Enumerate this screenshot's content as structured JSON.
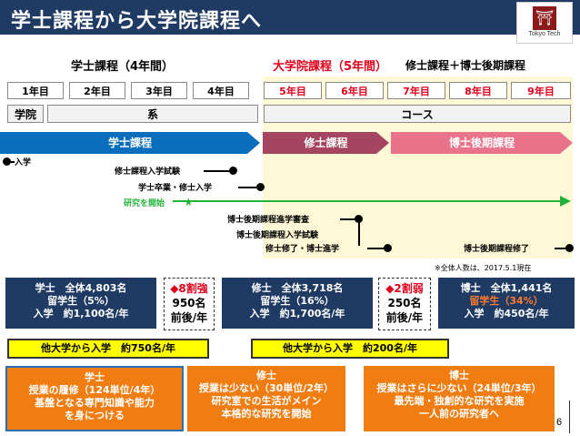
{
  "title": "学士課程から大学院課程へ",
  "logo": {
    "mark": "⛩",
    "text": "Tokyo Tech"
  },
  "headers": {
    "undergrad": "学士課程（4年間）",
    "grad": "大学院課程（5年間）",
    "grad_suffix": "修士課程＋博士後期課程"
  },
  "years": [
    "1年目",
    "2年目",
    "3年目",
    "4年目",
    "5年目",
    "6年目",
    "7年目",
    "8年目",
    "9年目"
  ],
  "bars": {
    "gakuin": "学院",
    "kei": "系",
    "course": "コース"
  },
  "arrows": {
    "bachelor": "学士課程",
    "master": "修士課程",
    "doctor": "博士後期課程"
  },
  "timeline": {
    "admission": "入学",
    "master_exam": "修士課程入学試験",
    "grad_enter": "学士卒業・修士入学",
    "research_start": "研究を開始",
    "doctor_review": "博士後期課程進学審査",
    "doctor_exam": "博士後期課程入学試験",
    "master_complete": "修士修了・博士進学",
    "doctor_complete": "博士後期課程修了"
  },
  "note": "※全体人数は、2017.5.1現在",
  "boxes": {
    "bachelor": [
      "学士　全体4,803名",
      "留学生（5%）",
      "入学　約1,100名/年"
    ],
    "master": [
      "修士　全体3,718名",
      "留学生（16%）",
      "入学　約1,700名/年"
    ],
    "doctor": [
      "博士　全体1,441名",
      "留学生（34%）",
      "入学　約450名/年"
    ]
  },
  "ratios": {
    "first": [
      "◆8割強",
      "950名",
      "前後/年"
    ],
    "second": [
      "◆2割弱",
      "250名",
      "前後/年"
    ]
  },
  "external": {
    "master": "他大学から入学　約750名/年",
    "doctor": "他大学から入学　約200名/年"
  },
  "summaries": {
    "bachelor": [
      "学士",
      "授業の履修（124単位/4年）",
      "基盤となる専門知識や能力",
      "を身につける"
    ],
    "master": [
      "修士",
      "授業は少ない（30単位/2年）",
      "研究室での生活がメイン",
      "本格的な研究を開始"
    ],
    "doctor": [
      "博士",
      "授業はさらに少ない（24単位/3年）",
      "最先端・独創的な研究を実施",
      "一人前の研究者へ"
    ]
  },
  "page_number": "6",
  "colors": {
    "navy": "#1f3b64",
    "blue": "#0a6ebd",
    "maroon": "#a64561",
    "pink": "#e8738b",
    "green": "#22b33a",
    "orange": "#f07d12",
    "red": "#e0001b",
    "yellow": "#ffff00"
  }
}
